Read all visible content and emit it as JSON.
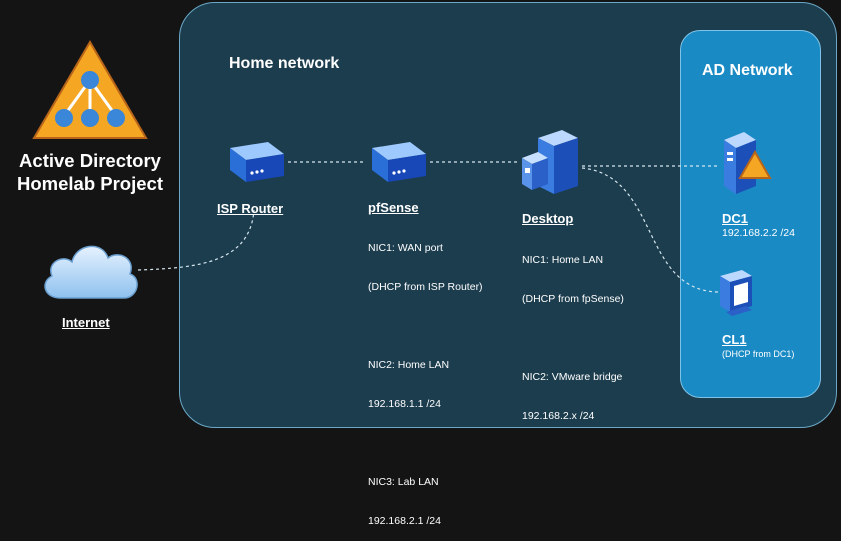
{
  "project": {
    "title_line1": "Active Directory",
    "title_line2": "Homelab Project"
  },
  "zones": {
    "home": "Home network",
    "ad": "AD Network"
  },
  "nodes": {
    "internet": {
      "label": "Internet"
    },
    "isp_router": {
      "label": "ISP Router"
    },
    "pfsense": {
      "label": "pfSense",
      "nic1_line1": "NIC1: WAN port",
      "nic1_line2": "(DHCP from ISP Router)",
      "nic2_line1": "NIC2: Home LAN",
      "nic2_line2": "192.168.1.1 /24",
      "nic3_line1": "NIC3: Lab LAN",
      "nic3_line2": "192.168.2.1 /24"
    },
    "desktop": {
      "label": "Desktop",
      "nic1_line1": "NIC1: Home LAN",
      "nic1_line2": "(DHCP from fpSense)",
      "nic2_line1": "NIC2: VMware bridge",
      "nic2_line2": "192.168.2.x /24"
    },
    "dc1": {
      "label": "DC1",
      "ip": "192.168.2.2 /24"
    },
    "cl1": {
      "label": "CL1",
      "ip": "(DHCP from DC1)"
    }
  },
  "colors": {
    "background": "#141414",
    "home_zone": "#1c3d4e",
    "ad_zone": "#1a8ac4",
    "logo_orange": "#f5a623",
    "device_blue": "#1e5fd6"
  },
  "icons": [
    "active-directory-logo-icon",
    "cloud-icon",
    "router-icon",
    "server-tower-icon",
    "monitor-icon",
    "warning-triangle-icon"
  ]
}
